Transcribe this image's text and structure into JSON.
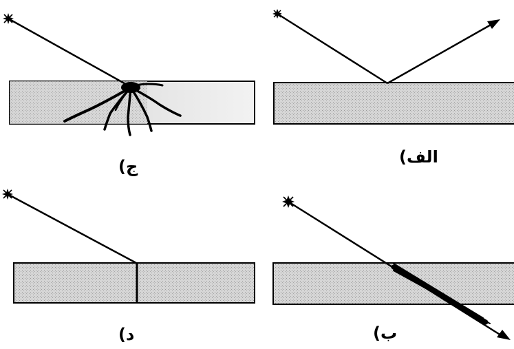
{
  "panels": [
    {
      "id": "a",
      "label": "الف)",
      "phenomenon": "reflection"
    },
    {
      "id": "b",
      "label": "ب)",
      "phenomenon": "transmission"
    },
    {
      "id": "c",
      "label": "ج)",
      "phenomenon": "absorption-scattering"
    },
    {
      "id": "d",
      "label": "د)",
      "phenomenon": "absorption"
    }
  ],
  "colors": {
    "line": "#000000",
    "medium_fill": "#d4d4d4",
    "background": "#ffffff"
  },
  "icons": {
    "light_source": "star-burst-icon",
    "ray_direction": "arrowhead-icon"
  }
}
